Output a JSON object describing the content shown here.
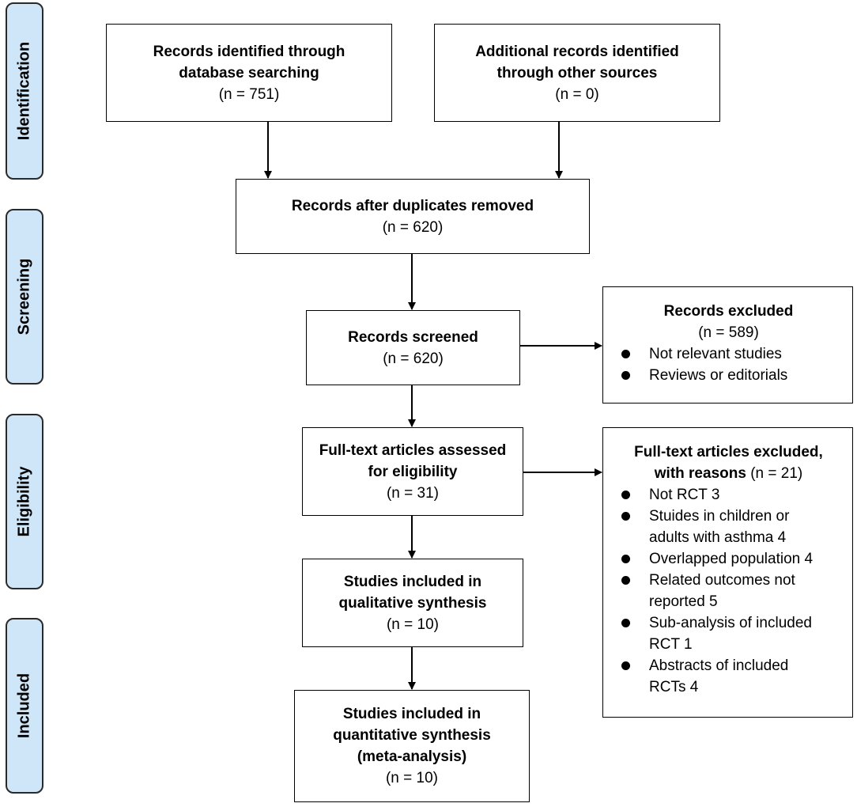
{
  "stages": {
    "identification": "Identification",
    "screening": "Screening",
    "eligibility": "Eligibility",
    "included": "Included"
  },
  "boxes": {
    "database": {
      "title_line1": "Records identified through",
      "title_line2": "database searching",
      "n": "(n = 751)"
    },
    "other_sources": {
      "title_line1": "Additional records identified",
      "title_line2": "through other sources",
      "n": "(n = 0)"
    },
    "duplicates": {
      "title": "Records after duplicates removed",
      "n": "(n = 620)"
    },
    "screened": {
      "title": "Records screened",
      "n": "(n = 620)"
    },
    "excluded": {
      "title": "Records excluded",
      "n": "(n = 589)",
      "items": [
        "Not relevant studies",
        "Reviews or editorials"
      ]
    },
    "fulltext": {
      "title_line1": "Full-text articles assessed",
      "title_line2": "for eligibility",
      "n": "(n = 31)"
    },
    "fulltext_excluded": {
      "title_line1": "Full-text articles excluded,",
      "title_line2": "with reasons",
      "n": "(n = 21)",
      "items": [
        [
          "Not RCT 3"
        ],
        [
          "Stuides in children or",
          "adults with asthma 4"
        ],
        [
          "Overlapped population 4"
        ],
        [
          "Related outcomes not",
          "reported 5"
        ],
        [
          "Sub-analysis of included",
          "RCT 1"
        ],
        [
          "Abstracts of included",
          "RCTs 4"
        ]
      ]
    },
    "qualitative": {
      "title_line1": "Studies included in",
      "title_line2": "qualitative synthesis",
      "n": "(n = 10)"
    },
    "quantitative": {
      "title_line1": "Studies included in",
      "title_line2": "quantitative synthesis",
      "title_line3": "(meta-analysis)",
      "n": "(n = 10)"
    }
  }
}
